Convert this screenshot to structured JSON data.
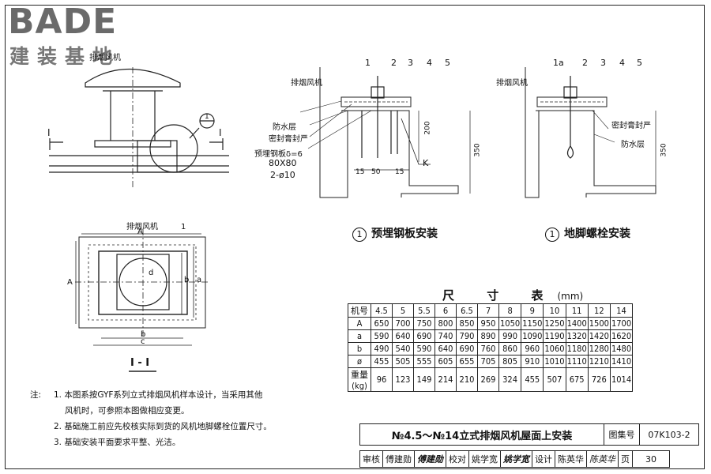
{
  "logo": {
    "brand": "BADE",
    "subtitle": "建装基地"
  },
  "drawing": {
    "left_labels": {
      "fan": "排烟风机",
      "section_mark": "I",
      "detail_mark": "1"
    },
    "plan": {
      "fan_label": "排烟风机",
      "item_no": "1",
      "dim_A": "A",
      "dim_a": "a",
      "dim_b": "b",
      "dim_c": "c",
      "dim_d": "d",
      "title": "I - I"
    },
    "detail1": {
      "numbers": [
        "1",
        "2",
        "3",
        "4",
        "5"
      ],
      "fan": "排烟风机",
      "waterproof": "防水层",
      "seal": "密封膏封严",
      "plate": "预埋钢板δ=6",
      "plate_size": "80X80",
      "bar": "2-ø10",
      "d200": "200",
      "d350": "350",
      "d15": "15",
      "d50": "50",
      "k": "K",
      "caption_no": "1",
      "caption": "预埋钢板安装"
    },
    "detail2": {
      "numbers": [
        "1a",
        "2",
        "3",
        "4",
        "5"
      ],
      "fan": "排烟风机",
      "seal": "密封膏封严",
      "waterproof": "防水层",
      "d350": "350",
      "caption_no": "1",
      "caption": "地脚螺栓安装"
    }
  },
  "table": {
    "title": "尺 寸 表",
    "unit": "(mm)",
    "header": [
      "机号",
      "4.5",
      "5",
      "5.5",
      "6",
      "6.5",
      "7",
      "8",
      "9",
      "10",
      "11",
      "12",
      "14"
    ],
    "rows": [
      [
        "A",
        "650",
        "700",
        "750",
        "800",
        "850",
        "950",
        "1050",
        "1150",
        "1250",
        "1400",
        "1500",
        "1700"
      ],
      [
        "a",
        "590",
        "640",
        "690",
        "740",
        "790",
        "890",
        "990",
        "1090",
        "1190",
        "1320",
        "1420",
        "1620"
      ],
      [
        "b",
        "490",
        "540",
        "590",
        "640",
        "690",
        "760",
        "860",
        "960",
        "1060",
        "1180",
        "1280",
        "1480"
      ],
      [
        "ø",
        "455",
        "505",
        "555",
        "605",
        "655",
        "705",
        "805",
        "910",
        "1010",
        "1110",
        "1210",
        "1410"
      ],
      [
        "重量(kg)",
        "96",
        "123",
        "149",
        "214",
        "210",
        "269",
        "324",
        "455",
        "507",
        "675",
        "726",
        "1014"
      ]
    ]
  },
  "notes": {
    "label": "注:",
    "lines": [
      "1. 本图系按GYF系列立式排烟风机样本设计，当采用其他",
      "风机时，可参照本图做相应变更。",
      "2. 基础施工前应先校核实际到货的风机地脚螺栓位置尺寸。",
      "3. 基础安装平面要求平整、光洁。"
    ]
  },
  "title_block": {
    "title": "№4.5～№14立式排烟风机屋面上安装",
    "atlas_label": "图集号",
    "atlas_no": "07K103-2",
    "review_label": "审核",
    "reviewer": "傅建勋",
    "reviewer_sig": "傅建勋",
    "check_label": "校对",
    "checker": "姚学宽",
    "checker_sig": "姚学宽",
    "design_label": "设计",
    "designer": "陈英华",
    "designer_sig": "陈英华",
    "page_label": "页",
    "page_no": "30"
  }
}
